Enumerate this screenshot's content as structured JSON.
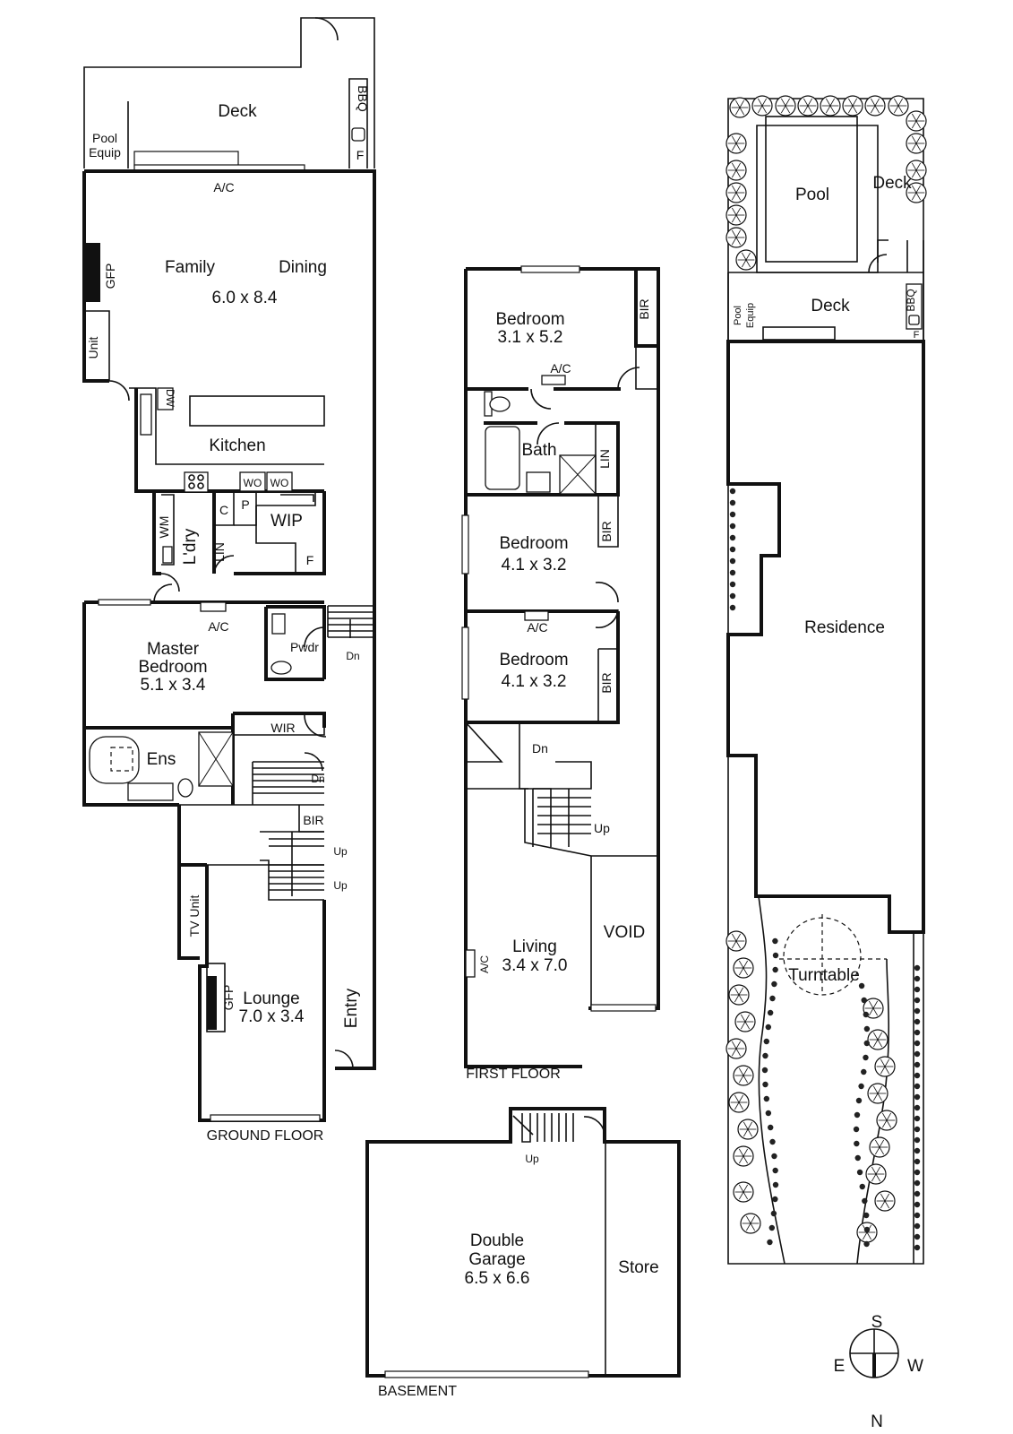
{
  "ground_floor": {
    "title": "GROUND FLOOR",
    "deck": "Deck",
    "bbq": "BBQ",
    "f_deck": "F",
    "pool_equip_1": "Pool",
    "pool_equip_2": "Equip",
    "ac_top": "A/C",
    "family": "Family",
    "dining": "Dining",
    "family_dims": "6.0 x 8.4",
    "gfp_family": "GFP",
    "unit": "Unit",
    "dw": "DW",
    "kitchen": "Kitchen",
    "wo1": "WO",
    "wo2": "WO",
    "c": "C",
    "p": "P",
    "wip": "WIP",
    "f_wip": "F",
    "wm": "WM",
    "ldry": "L'dry",
    "lin": "LIN",
    "ac_master": "A/C",
    "master_1": "Master",
    "master_2": "Bedroom",
    "master_dims": "5.1 x 3.4",
    "pwdr": "Pwdr",
    "dn_entry": "Dn",
    "wir": "WIR",
    "ens": "Ens",
    "dn_stair": "Dn",
    "bir": "BIR",
    "up1": "Up",
    "up2": "Up",
    "tv_unit": "TV Unit",
    "gfp_lounge": "GFP",
    "lounge": "Lounge",
    "lounge_dims": "7.0 x 3.4",
    "entry": "Entry"
  },
  "first_floor": {
    "title": "FIRST FLOOR",
    "bed1": "Bedroom",
    "bed1_dims": "3.1 x 5.2",
    "bir1": "BIR",
    "ac1": "A/C",
    "bath": "Bath",
    "lin": "LIN",
    "bed2": "Bedroom",
    "bed2_dims": "4.1 x 3.2",
    "bir2": "BIR",
    "ac2": "A/C",
    "bed3": "Bedroom",
    "bed3_dims": "4.1 x 3.2",
    "bir3": "BIR",
    "dn": "Dn",
    "up": "Up",
    "living": "Living",
    "living_dims": "3.4 x 7.0",
    "ac_living": "A/C",
    "void": "VOID"
  },
  "basement": {
    "title": "BASEMENT",
    "up": "Up",
    "garage_1": "Double",
    "garage_2": "Garage",
    "garage_dims": "6.5 x 6.6",
    "store": "Store"
  },
  "site": {
    "pool": "Pool",
    "deck_east": "Deck",
    "deck": "Deck",
    "pool_equip_1": "Pool",
    "pool_equip_2": "Equip",
    "bbq": "BBQ",
    "f": "F",
    "residence": "Residence",
    "turntable": "Turntable"
  },
  "compass": {
    "s": "S",
    "e": "E",
    "w": "W",
    "n": "N"
  }
}
